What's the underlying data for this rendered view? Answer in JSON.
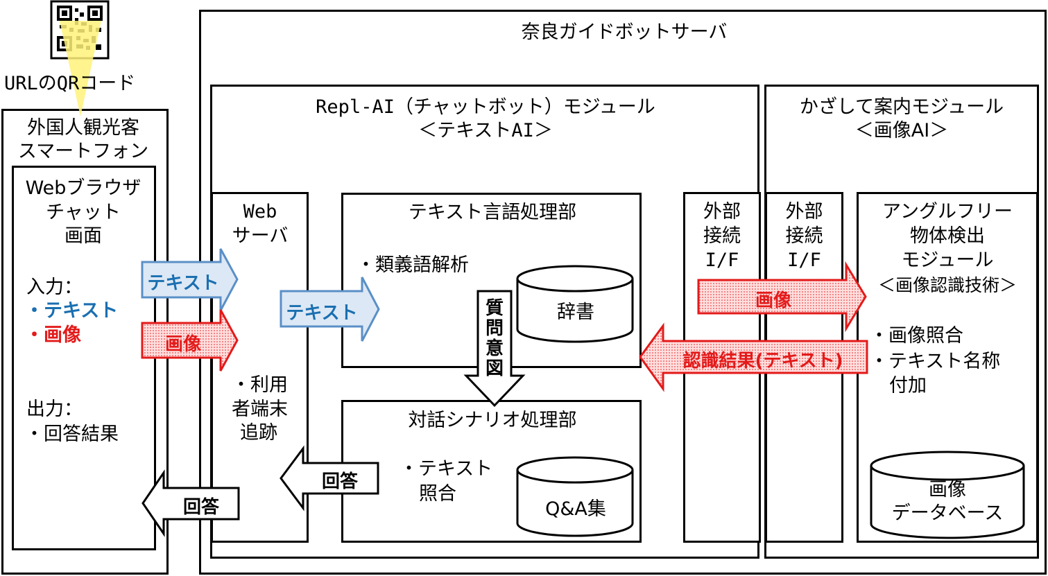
{
  "qr": {
    "caption": "URLのQRコード"
  },
  "phone": {
    "title_line1": "外国人観光客",
    "title_line2": "スマートフォン",
    "browser": {
      "title_line1": "Webブラウザ",
      "title_line2": "チャット",
      "title_line3": "画面",
      "input_label": "入力：",
      "input_text": "・テキスト",
      "input_image": "・画像",
      "output_label": "出力：",
      "output_answer": "・回答結果"
    }
  },
  "server": {
    "title": "奈良ガイドボットサーバ",
    "repl": {
      "title_line1": "Repl-AI（チャットボット）モジュール",
      "title_line2": "＜テキストAI＞",
      "web": {
        "line1": "Web",
        "line2": "サーバ",
        "feature1": "・利用",
        "feature2": "者端末",
        "feature3": "追跡"
      },
      "text_proc": {
        "title": "テキスト言語処理部",
        "feature": "・類義語解析",
        "db": "辞書"
      },
      "dialog_proc": {
        "title": "対話シナリオ処理部",
        "feature1": "・テキスト",
        "feature2": "照合",
        "db": "Q&A集"
      },
      "ext_if": {
        "line1": "外部",
        "line2": "接続",
        "line3": "I/F"
      }
    },
    "kazashite": {
      "title_line1": "かざして案内モジュール",
      "title_line2": "＜画像AI＞",
      "ext_if": {
        "line1": "外部",
        "line2": "接続",
        "line3": "I/F"
      },
      "angle": {
        "line1": "アングルフリー",
        "line2": "物体検出",
        "line3": "モジュール",
        "line4": "＜画像認識技術＞",
        "feature1": "・画像照合",
        "feature2": "・テキスト名称",
        "feature3": "付加",
        "db_line1": "画像",
        "db_line2": "データベース"
      }
    }
  },
  "arrows": {
    "text_to_web": "テキスト",
    "image_to_web": "画像",
    "text_to_proc": "テキスト",
    "intent": [
      "質",
      "問",
      "意",
      "図"
    ],
    "answer_to_web": "回答",
    "answer_to_phone": "回答",
    "image_to_angle": "画像",
    "recognition_result": "認識結果(テキスト)"
  },
  "colors": {
    "text_arrow": "#dce8f5",
    "text_arrow_border": "#5a8fc7",
    "image_arrow": "#ffdede",
    "image_arrow_border": "#e31a1a",
    "accent_blue": "#1a6fb0",
    "accent_red": "#e31a1a"
  }
}
